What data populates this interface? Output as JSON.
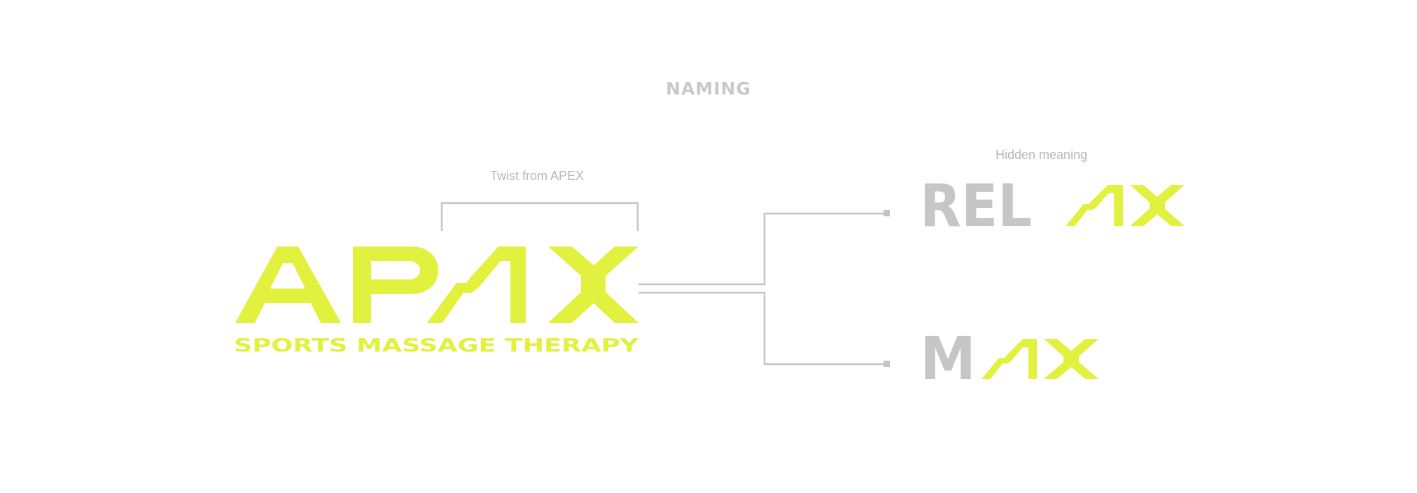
{
  "heading": "NAMING",
  "left_caption": "Twist from APEX",
  "right_caption": "Hidden meaning",
  "logo": {
    "name": "APAX",
    "tagline": "SPORTS MASSAGE THERAPY"
  },
  "words": [
    {
      "plain": "REL",
      "accent": "AX"
    },
    {
      "plain": "M",
      "accent": "AX"
    }
  ],
  "colors": {
    "accent": "#e2f03e",
    "line": "#c4c4c4",
    "label": "#b8b8b8",
    "plain_word": "#c6c6c6",
    "background": "#ffffff"
  }
}
